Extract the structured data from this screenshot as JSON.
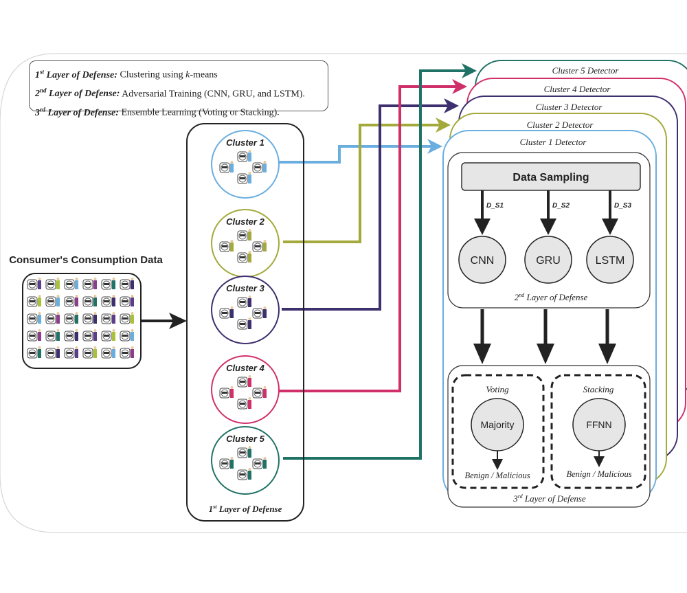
{
  "legend": {
    "items": [
      {
        "ordinal": "1",
        "sup": "st",
        "label": "Layer of Defense",
        "desc": "Clustering using ",
        "desc_italic": "k",
        "desc_tail": "-means"
      },
      {
        "ordinal": "2",
        "sup": "nd",
        "label": "Layer of Defense",
        "desc": "Adversarial Training (CNN, GRU, and LSTM).",
        "desc_italic": "",
        "desc_tail": ""
      },
      {
        "ordinal": "3",
        "sup": "rd",
        "label": "Layer of Defense",
        "desc": "Ensemble Learning (Voting or Stacking).",
        "desc_italic": "",
        "desc_tail": ""
      }
    ]
  },
  "input": {
    "title": "Consumer's Consumption Data"
  },
  "clusters": [
    {
      "label": "Cluster 1",
      "color": "#6aaee0",
      "detector": "Cluster 1 Detector"
    },
    {
      "label": "Cluster 2",
      "color": "#a3a93a",
      "detector": "Cluster 2 Detector"
    },
    {
      "label": "Cluster 3",
      "color": "#3e2f6e",
      "detector": "Cluster 3 Detector"
    },
    {
      "label": "Cluster 4",
      "color": "#d0306a",
      "detector": "Cluster 4 Detector"
    },
    {
      "label": "Cluster 5",
      "color": "#217266",
      "detector": "Cluster 5 Detector"
    }
  ],
  "layer1": {
    "ordinal": "1",
    "sup": "st",
    "label": "Layer of Defense"
  },
  "layer2": {
    "sampling": "Data Sampling",
    "samples": [
      "D_S1",
      "D_S2",
      "D_S3"
    ],
    "models": [
      "CNN",
      "GRU",
      "LSTM"
    ],
    "ordinal": "2",
    "sup": "nd",
    "label": "Layer of Defense"
  },
  "layer3": {
    "voting": {
      "title": "Voting",
      "node": "Majority",
      "output": "Benign / Malicious"
    },
    "stacking": {
      "title": "Stacking",
      "node": "FFNN",
      "output": "Benign / Malicious"
    },
    "ordinal": "3",
    "sup": "rd",
    "label": "Layer of Defense"
  }
}
